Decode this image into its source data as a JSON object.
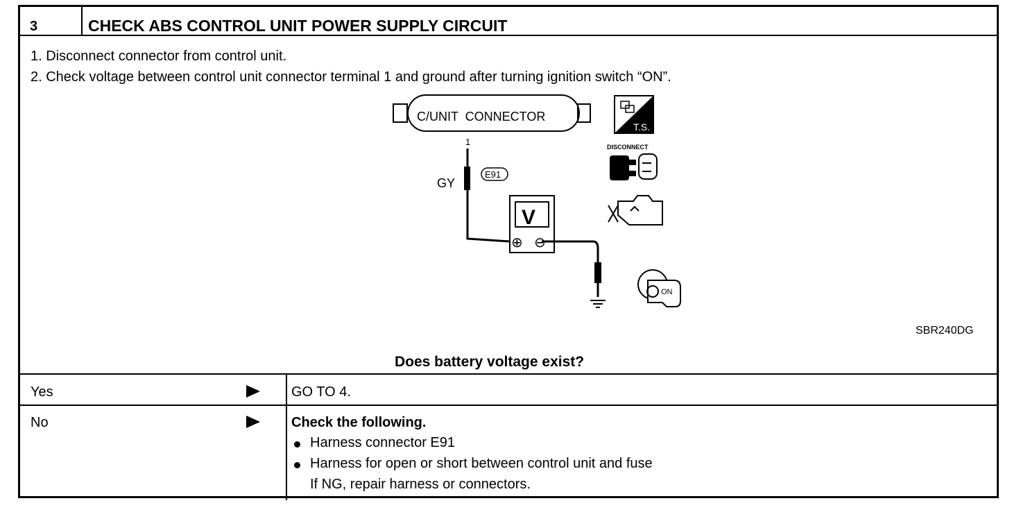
{
  "header": {
    "step_number": "3",
    "title": "CHECK ABS CONTROL UNIT POWER SUPPLY CIRCUIT"
  },
  "instructions": [
    "1.  Disconnect connector from control unit.",
    "2.  Check voltage between control unit connector terminal 1 and ground after turning ignition switch “ON”."
  ],
  "diagram": {
    "connector_label": "C/UNIT  CONNECTOR",
    "terminal_number": "1",
    "wire_color": "GY",
    "connector_id": "E91",
    "meter_label": "V",
    "plus_symbol": "⊕",
    "minus_symbol": "⊖",
    "ts_label": "T.S.",
    "disconnect_label": "DISCONNECT",
    "key_label": "ON",
    "figure_code": "SBR240DG"
  },
  "question": "Does battery voltage exist?",
  "answers": {
    "yes": {
      "label": "Yes",
      "action": "GO TO 4."
    },
    "no": {
      "label": "No",
      "heading": "Check the following.",
      "items": [
        "Harness connector E91",
        "Harness for open or short between control unit and fuse"
      ],
      "note": "If NG, repair harness or connectors."
    }
  }
}
